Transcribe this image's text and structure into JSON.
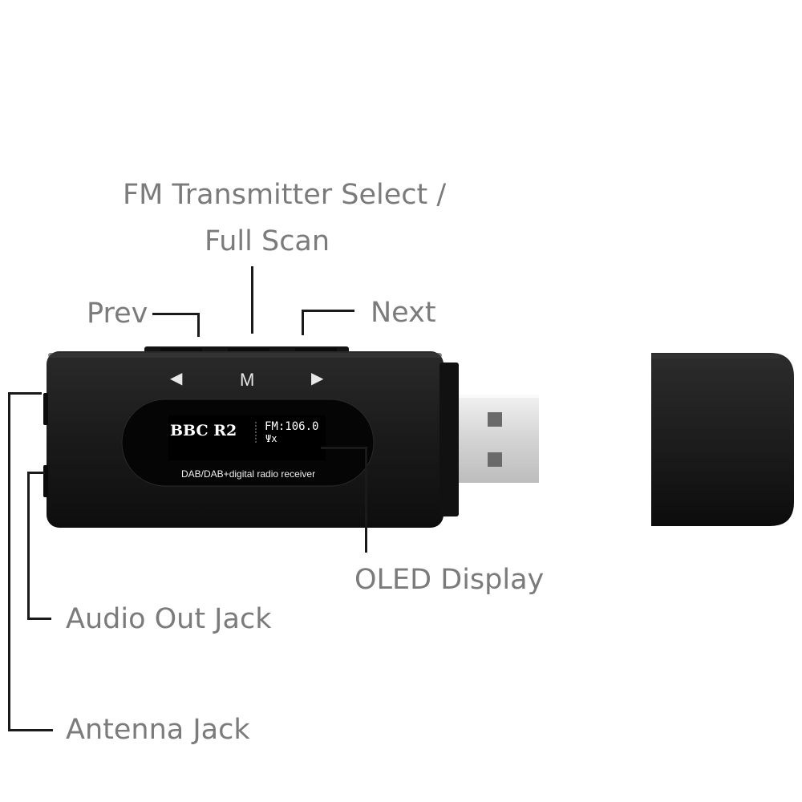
{
  "labels": {
    "fm_line1": "FM Transmitter Select /",
    "fm_line2": "Full Scan",
    "prev": "Prev",
    "next": "Next",
    "oled": "OLED Display",
    "audio_out": "Audio Out Jack",
    "antenna": "Antenna Jack"
  },
  "device": {
    "buttons": {
      "prev": "◀",
      "mode": "M",
      "next": "▶"
    },
    "screen": {
      "station": "BBC R2",
      "frequency": "FM:106.0",
      "signal": "Ψx"
    },
    "caption": "DAB/DAB+digital radio receiver"
  },
  "colors": {
    "label_gray": "#7b7b7b",
    "body_black": "#1b1b1b",
    "usb_silver": "#d9d9d9"
  }
}
